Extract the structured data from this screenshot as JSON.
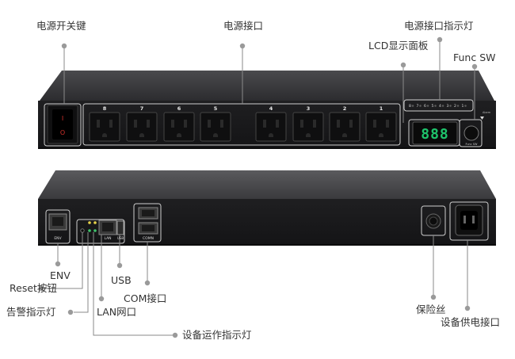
{
  "labels": {
    "power_switch": "电源开关键",
    "power_outlets": "电源接口",
    "outlet_indicators": "电源接口指示灯",
    "lcd_panel": "LCD显示面板",
    "func_sw": "Func SW",
    "env": "ENV",
    "reset_button": "Reset按钮",
    "alarm_indicator": "告警指示灯",
    "lan_port": "LAN网口",
    "usb": "USB",
    "com_port": "COM接口",
    "run_indicator": "设备运作指示灯",
    "fuse": "保险丝",
    "device_power_inlet": "设备供电接口"
  },
  "device": {
    "outlet_numbers": [
      "8",
      "7",
      "6",
      "5",
      "4",
      "3",
      "2",
      "1"
    ],
    "led_numbers": [
      "8",
      "7",
      "6",
      "5",
      "4",
      "3",
      "2",
      "1"
    ],
    "lcd_readout": "888",
    "alarm_mark": "Alarm",
    "func_button_label": "Func SW",
    "switch_on_symbol": "I",
    "switch_off_symbol": "O",
    "port_env": "ENV",
    "port_lan": "LAN",
    "port_com": "COMN",
    "port_usb": "USB"
  },
  "colors": {
    "callout": "#8a8a8a",
    "dot": "#9a9a9a",
    "lcd_digits": "#1ec36b",
    "switch_red": "#d2312b",
    "chassis": "#2a2a2c"
  }
}
